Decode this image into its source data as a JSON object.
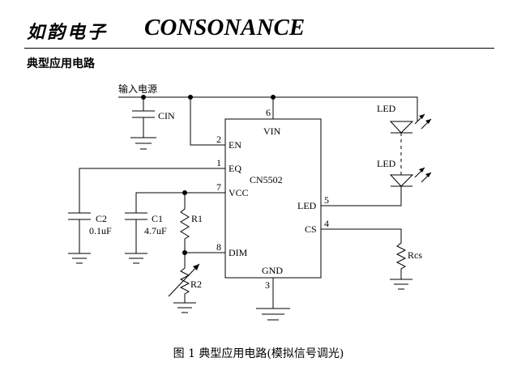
{
  "header": {
    "brand_cn": "如韵电子",
    "brand_en": "CONSONANCE"
  },
  "section_title": "典型应用电路",
  "schematic": {
    "input_label": "输入电源",
    "chip": {
      "name": "CN5502",
      "pins": {
        "vin": "VIN",
        "en": "EN",
        "eq": "EQ",
        "vcc": "VCC",
        "dim": "DIM",
        "led": "LED",
        "cs": "CS",
        "gnd": "GND"
      },
      "pin_numbers": {
        "vin": "6",
        "en": "2",
        "eq": "1",
        "vcc": "7",
        "dim": "8",
        "led": "5",
        "cs": "4",
        "gnd": "3"
      }
    },
    "components": {
      "cin": "CIN",
      "c2": "C2",
      "c2_value": "0.1uF",
      "c1": "C1",
      "c1_value": "4.7uF",
      "r1": "R1",
      "r2": "R2",
      "rcs": "Rcs",
      "led1": "LED",
      "led2": "LED"
    }
  },
  "caption": "图 1    典型应用电路(模拟信号调光)"
}
